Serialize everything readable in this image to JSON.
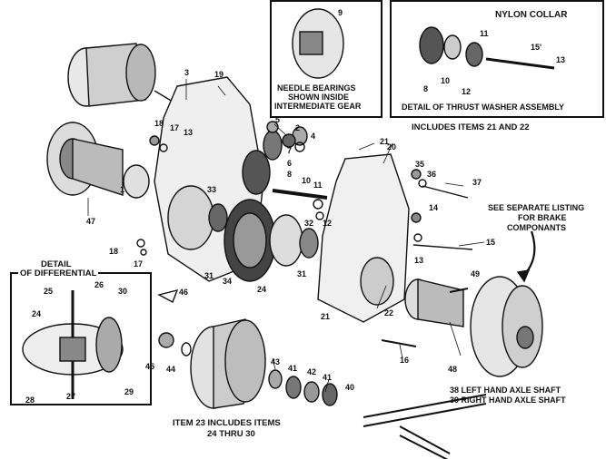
{
  "captions": {
    "needle": [
      "NEEDLE BEARINGS",
      "SHOWN INSIDE",
      "INTERMEDIATE GEAR"
    ],
    "nylon_collar": "NYLON COLLAR",
    "thrust_detail": "DETAIL OF THRUST WASHER ASSEMBLY",
    "includes_21_22": "INCLUDES ITEMS 21 AND 22",
    "brake": [
      "SEE SEPARATE LISTING",
      "FOR BRAKE",
      "COMPONANTS"
    ],
    "differential": [
      "DETAIL",
      "OF DIFFERENTIAL"
    ],
    "item23": [
      "ITEM 23 INCLUDES ITEMS",
      "24 THRU 30"
    ],
    "axle": [
      "38 LEFT HAND AXLE SHAFT",
      "39 RIGHT HAND AXLE SHAFT"
    ]
  },
  "part_numbers": {
    "n9": "9",
    "n11a": "11",
    "n15a": "15'",
    "n13a": "13",
    "n8a": "8",
    "n10a": "10",
    "n12a": "12",
    "n3": "3",
    "n19": "19",
    "n5": "5",
    "n2": "2",
    "n4": "4",
    "n18a": "18",
    "n17a": "17",
    "n13b": "13",
    "n7": "7",
    "n6": "6",
    "n8b": "8",
    "n10b": "10",
    "n33": "33",
    "n11b": "11",
    "n12b": "12",
    "n47": "47",
    "n1": "1",
    "n21a": "21",
    "n20": "20",
    "n35": "35",
    "n36": "36",
    "n37": "37",
    "n14": "14",
    "n32": "32",
    "n31a": "31",
    "n31b": "31",
    "n34": "34",
    "n24a": "24",
    "n18b": "18",
    "n17b": "17",
    "n13c": "13",
    "n15b": "15",
    "n49": "49",
    "n46": "46",
    "n25": "25",
    "n26": "26",
    "n30": "30",
    "n24b": "24",
    "n29": "29",
    "n27": "27",
    "n28": "28",
    "n21b": "21",
    "n22": "22",
    "n16": "16",
    "n48": "48",
    "n45": "45",
    "n44": "44",
    "n43": "43",
    "n41a": "41",
    "n42": "42",
    "n41b": "41",
    "n40": "40"
  }
}
